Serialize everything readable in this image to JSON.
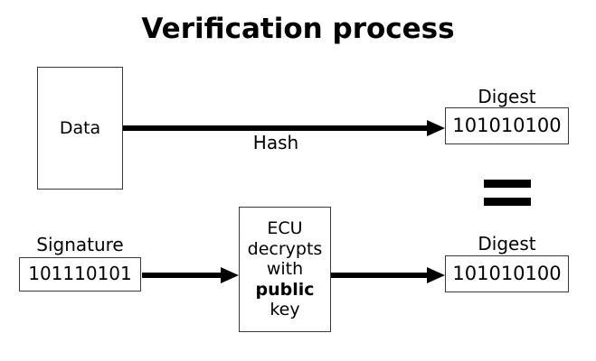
{
  "diagram": {
    "title": "Verification process",
    "colors": {
      "background": "#ffffff",
      "stroke": "#000000",
      "box_border": "#3a3a3a"
    },
    "top_row": {
      "data_box": {
        "label": "Data"
      },
      "hash_arrow": {
        "label": "Hash",
        "direction": "right"
      },
      "digest": {
        "caption": "Digest",
        "value": "101010100"
      }
    },
    "comparison": {
      "symbol": "=",
      "meaning": "equals"
    },
    "bottom_row": {
      "signature": {
        "caption": "Signature",
        "value": "101110101"
      },
      "ecu_box": {
        "lines": [
          {
            "text": "ECU",
            "bold": false
          },
          {
            "text": "decrypts",
            "bold": false
          },
          {
            "text": "with",
            "bold": false
          },
          {
            "text": "public",
            "bold": true
          },
          {
            "text": "key",
            "bold": false
          }
        ]
      },
      "digest": {
        "caption": "Digest",
        "value": "101010100"
      }
    }
  }
}
